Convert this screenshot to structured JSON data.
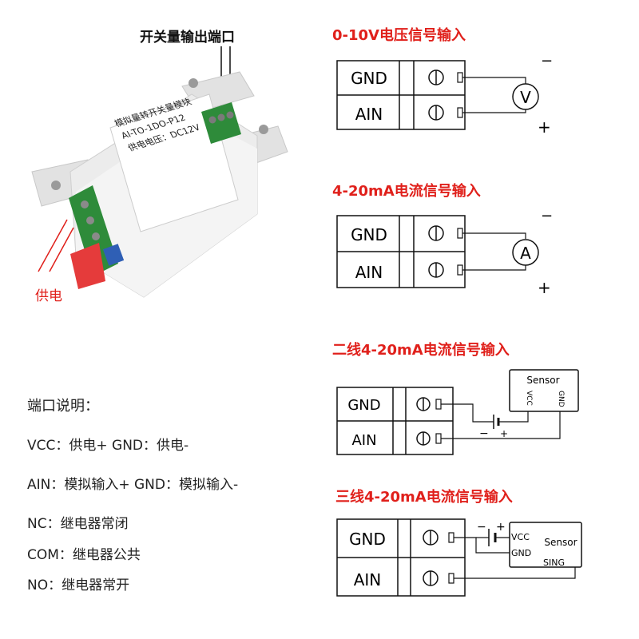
{
  "product": {
    "output_port_label": "开关量输出端口",
    "power_label": "供电",
    "label_lines": [
      "模拟量转开关量模块",
      "AI-TO-1DO-P12",
      "供电电压：DC12V"
    ]
  },
  "port_desc": {
    "title": "端口说明：",
    "lines": [
      "VCC：供电+   GND：供电-",
      "AIN：模拟输入+   GND：模拟输入-",
      "NC：继电器常闭",
      "COM：继电器公共",
      "NO：继电器常开"
    ]
  },
  "diagrams": [
    {
      "title": "0-10V电压信号输入",
      "terminals": [
        "GND",
        "AIN"
      ],
      "meter": "V",
      "minus": "−",
      "plus": "+"
    },
    {
      "title": "4-20mA电流信号输入",
      "terminals": [
        "GND",
        "AIN"
      ],
      "meter": "A",
      "minus": "−",
      "plus": "+"
    },
    {
      "title": "二线4-20mA电流信号输入",
      "terminals": [
        "GND",
        "AIN"
      ],
      "sensor": "Sensor",
      "pins": [
        "VCC",
        "GND"
      ],
      "minus": "−",
      "plus": "+"
    },
    {
      "title": "三线4-20mA电流信号输入",
      "terminals": [
        "GND",
        "AIN"
      ],
      "sensor": "Sensor",
      "pins": [
        "VCC",
        "GND",
        "SING"
      ],
      "minus": "−",
      "plus": "+"
    }
  ]
}
